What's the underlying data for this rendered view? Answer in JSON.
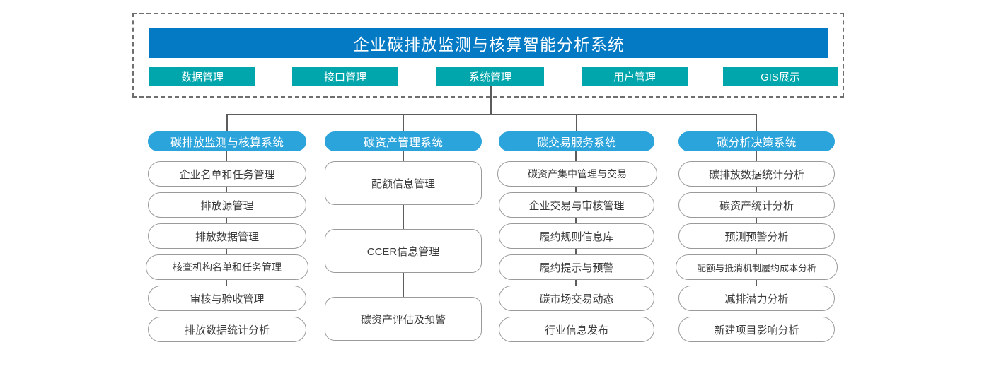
{
  "diagram": {
    "title": "企业碳排放监测与核算智能分析系统",
    "nav_buttons": [
      {
        "label": "数据管理"
      },
      {
        "label": "接口管理"
      },
      {
        "label": "系统管理"
      },
      {
        "label": "用户管理"
      },
      {
        "label": "GIS展示"
      }
    ],
    "columns": [
      {
        "header": "碳排放监测与核算系统",
        "nodes": [
          "企业名单和任务管理",
          "排放源管理",
          "排放数据管理",
          "核查机构名单和任务管理",
          "审核与验收管理",
          "排放数据统计分析"
        ]
      },
      {
        "header": "碳资产管理系统",
        "nodes": [
          "配额信息管理",
          "CCER信息管理",
          "碳资产评估及预警"
        ]
      },
      {
        "header": "碳交易服务系统",
        "nodes": [
          "碳资产集中管理与交易",
          "企业交易与审核管理",
          "履约规则信息库",
          "履约提示与预警",
          "碳市场交易动态",
          "行业信息发布"
        ]
      },
      {
        "header": "碳分析决策系统",
        "nodes": [
          "碳排放数据统计分析",
          "碳资产统计分析",
          "预测预警分析",
          "配额与抵消机制履约成本分析",
          "减排潜力分析",
          "新建项目影响分析"
        ]
      }
    ],
    "colors": {
      "title_bar": "#0479C4",
      "nav_button": "#00A6AC",
      "column_header": "#2BA3DB",
      "node_border": "#9a9a9a",
      "connector": "#5c5c5c",
      "frame_border": "#6f6f6f"
    }
  }
}
